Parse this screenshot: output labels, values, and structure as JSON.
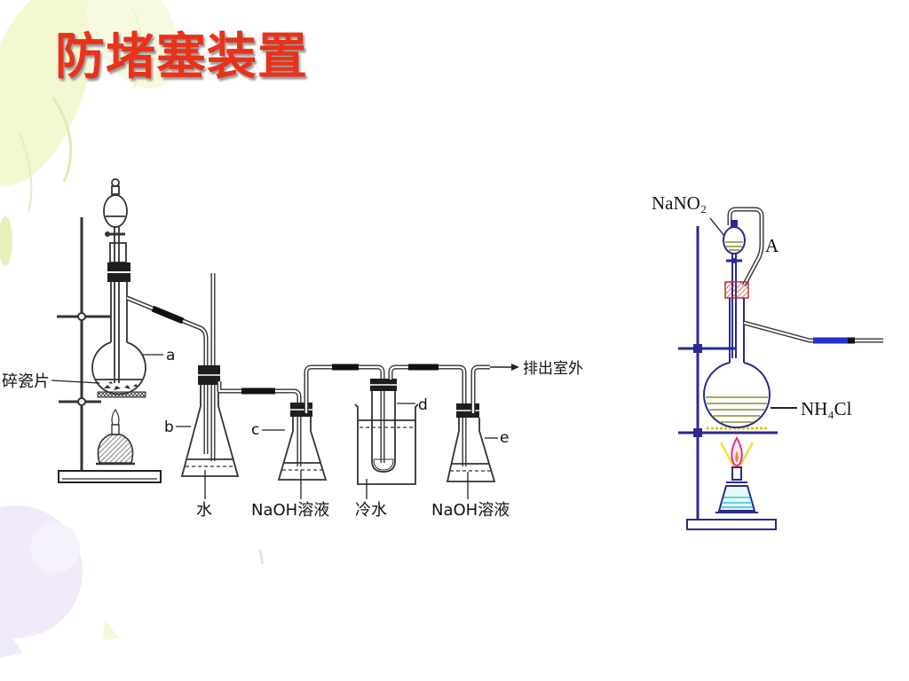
{
  "slide": {
    "title": "防堵塞装置"
  },
  "colors": {
    "title": "#e8321a",
    "title_shadow": "#9a9a9a",
    "right_apparatus_line": "#2a2a90",
    "rubber_blue": "#2233cc",
    "flame_pink": "#e0208a",
    "flame_yellow": "#f2e23a",
    "lamp_liquid": "#2fc7d2",
    "solution": "#8c8c2c"
  },
  "left_apparatus": {
    "labels": {
      "porcelain": "碎瓷片",
      "a": "a",
      "b": "b",
      "c": "c",
      "d": "d",
      "e": "e",
      "water": "水",
      "naoh_c": "NaOH溶液",
      "cold_water": "冷水",
      "naoh_e": "NaOH溶液",
      "exhaust": "排出室外"
    }
  },
  "right_apparatus": {
    "labels": {
      "nano2": "NaNO₂",
      "tube_a": "A",
      "nh4cl": "NH₄Cl"
    }
  }
}
